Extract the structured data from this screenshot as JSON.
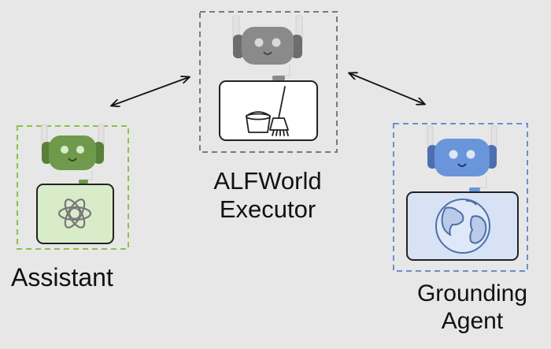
{
  "agents": {
    "assistant": {
      "label": "Assistant",
      "icon": "openai-logo-icon",
      "accent_color": "#8bc34a"
    },
    "executor": {
      "label_line1": "ALFWorld",
      "label_line2": "Executor",
      "icon": "bucket-and-mop-icon",
      "accent_color": "#7a7a7a"
    },
    "grounding": {
      "label_line1": "Grounding",
      "label_line2": "Agent",
      "icon": "globe-icon",
      "accent_color": "#6a8fd0"
    }
  },
  "connections": [
    {
      "from": "assistant",
      "to": "executor",
      "direction": "bidirectional"
    },
    {
      "from": "executor",
      "to": "grounding",
      "direction": "bidirectional"
    }
  ]
}
